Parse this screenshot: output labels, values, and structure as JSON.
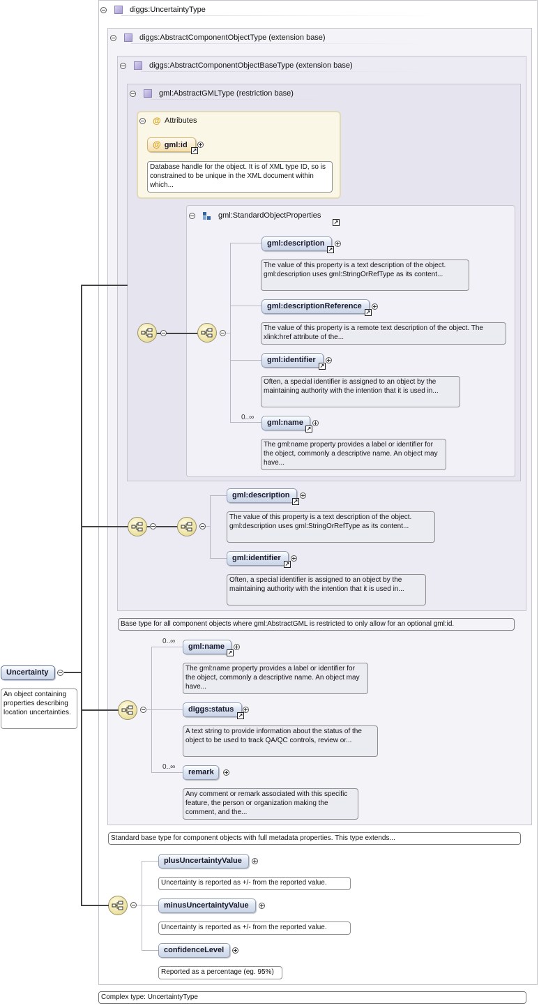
{
  "root": {
    "name": "Uncertainty",
    "doc": "An object containing properties describing location uncertainties."
  },
  "types": {
    "uncertainty_type": "diggs:UncertaintyType",
    "abstract_component": "diggs:AbstractComponentObjectType (extension base)",
    "abstract_component_base": "diggs:AbstractComponentObjectBaseType (extension base)",
    "abstract_gml": "gml:AbstractGMLType (restriction base)"
  },
  "attributes": {
    "title": "Attributes",
    "id_name": "gml:id",
    "id_doc": "Database handle for the object. It is of XML type ID, so is constrained to be unique in the XML document within which..."
  },
  "std_group": {
    "name": "gml:StandardObjectProperties",
    "items": [
      {
        "name": "gml:description",
        "doc": "The value of this property is a text description of the object. gml:description uses gml:StringOrRefType as its content..."
      },
      {
        "name": "gml:descriptionReference",
        "doc": "The value of this property is a remote text description of the object. The xlink:href attribute of the..."
      },
      {
        "name": "gml:identifier",
        "doc": "Often, a special identifier is assigned to an object by the maintaining authority with the intention that it is used in..."
      },
      {
        "name": "gml:name",
        "card": "0..∞",
        "doc": "The gml:name property provides a label or identifier for the object, commonly a descriptive name. An object may have..."
      }
    ]
  },
  "base_seq": {
    "items": [
      {
        "name": "gml:description",
        "doc": "The value of this property is a text description of the object. gml:description uses gml:StringOrRefType as its content..."
      },
      {
        "name": "gml:identifier",
        "doc": "Often, a special identifier is assigned to an object by the maintaining authority with the intention that it is used in..."
      }
    ],
    "footer": "Base type for all component objects where gml:AbstractGML is restricted to only allow for an optional gml:id."
  },
  "component_seq": {
    "items": [
      {
        "name": "gml:name",
        "card": "0..∞",
        "doc": "The gml:name property provides a label or identifier for the object, commonly a descriptive name. An object may have..."
      },
      {
        "name": "diggs:status",
        "doc": "A text string to provide information about the status of the object to be used to track QA/QC controls, review or..."
      },
      {
        "name": "remark",
        "card": "0..∞",
        "doc": "Any comment or remark associated with this specific feature, the person or organization making the comment, and the..."
      }
    ],
    "footer": "Standard base type for component objects with full metadata properties. This type extends..."
  },
  "uncertainty_seq": {
    "items": [
      {
        "name": "plusUncertaintyValue",
        "doc": "Uncertainty is reported as +/- from the reported value."
      },
      {
        "name": "minusUncertaintyValue",
        "doc": "Uncertainty is reported as +/- from the reported value."
      },
      {
        "name": "confidenceLevel",
        "doc": "Reported as a percentage (eg. 95%)"
      }
    ]
  },
  "complex_type_footer": "Complex type: UncertaintyType"
}
